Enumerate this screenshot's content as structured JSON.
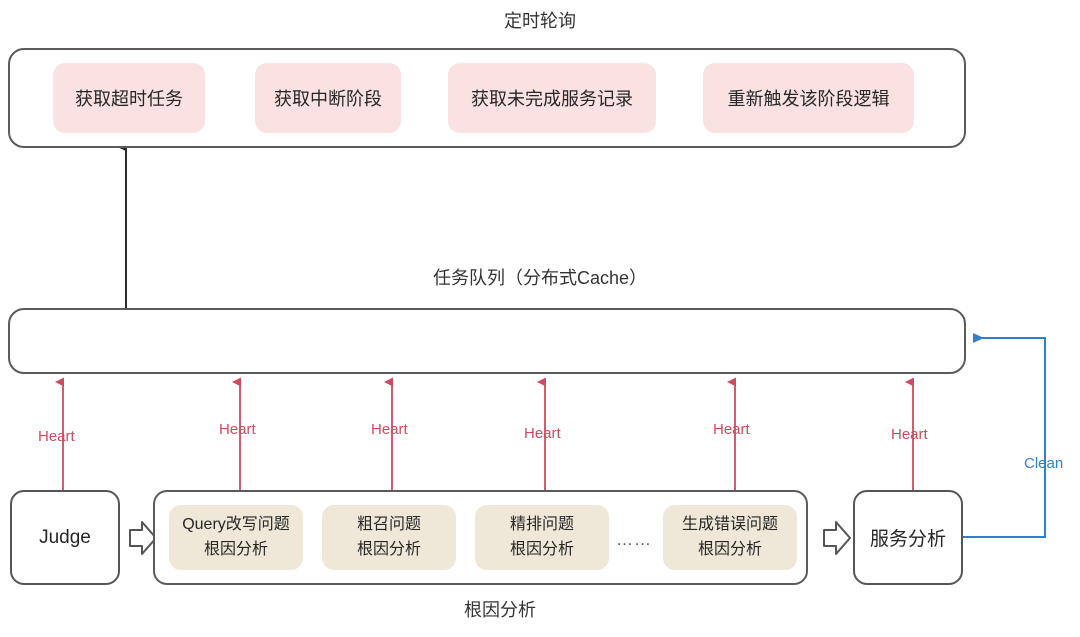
{
  "colors": {
    "pink_fill": "#fbe2e2",
    "pink_arrow": "#e8a0a4",
    "beige_fill": "#efe8d8",
    "border_gray": "#5b5b5b",
    "heart_red": "#d04a5e",
    "clean_blue": "#2f7fd0",
    "text_dark": "#262626",
    "background": "#ffffff"
  },
  "polling": {
    "caption": "定时轮询",
    "steps": [
      {
        "label": "获取超时任务"
      },
      {
        "label": "获取中断阶段"
      },
      {
        "label": "获取未完成服务记录"
      },
      {
        "label": "重新触发该阶段逻辑"
      }
    ],
    "step_arrow_icon": "arrow-right-solid-icon"
  },
  "queue": {
    "caption": "任务队列（分布式Cache）",
    "body_text": ""
  },
  "root_cause": {
    "caption": "根因分析",
    "judge": {
      "label": "Judge"
    },
    "judge_arrow_icon": "arrow-right-outline-icon",
    "items": [
      {
        "line1": "Query改写问题",
        "line2": "根因分析"
      },
      {
        "line1": "粗召问题",
        "line2": "根因分析"
      },
      {
        "line1": "精排问题",
        "line2": "根因分析"
      },
      {
        "line1": "生成错误问题",
        "line2": "根因分析"
      }
    ],
    "ellipsis": "……",
    "service_arrow_icon": "arrow-right-outline-icon",
    "service": {
      "label": "服务分析"
    }
  },
  "connectors": {
    "heart_label": "Heart",
    "heart_count": 6,
    "clean_label": "Clean",
    "feedback_arrow_icon": "arrow-up-solid-icon",
    "requeue_arrow_icon": "arrow-left-solid-icon"
  }
}
